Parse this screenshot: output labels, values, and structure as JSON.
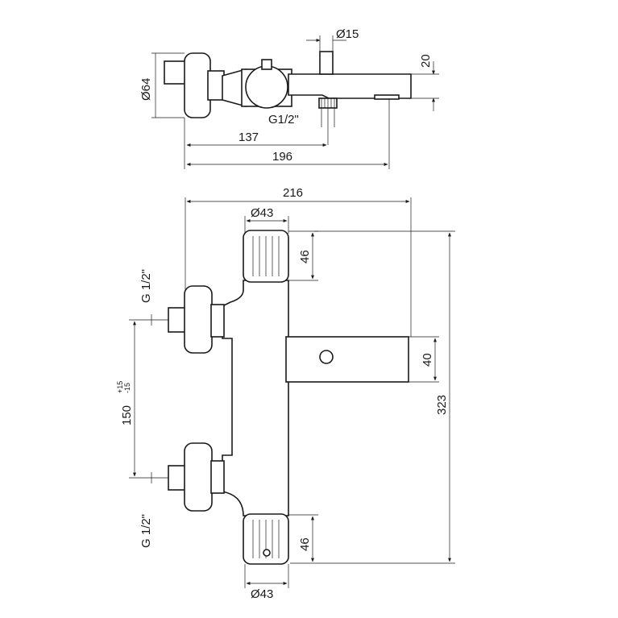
{
  "colors": {
    "line": "#1a1a1a",
    "background": "#ffffff"
  },
  "top_view": {
    "diameter_spout_outlet": "Ø15",
    "spout_height": "20",
    "diameter_handle": "Ø64",
    "thread_label": "G1/2\"",
    "length_137": "137",
    "length_196": "196"
  },
  "front_view": {
    "overall_width": "216",
    "diameter_top_knob": "Ø43",
    "top_knob_height": "46",
    "thread_upper": "G 1/2\"",
    "spout_height": "40",
    "overall_height": "323",
    "centers_distance": "150",
    "tolerance_plus": "+15",
    "tolerance_minus": "-15",
    "thread_lower": "G 1/2\"",
    "bottom_knob_height": "46",
    "diameter_bottom_knob": "Ø43"
  }
}
